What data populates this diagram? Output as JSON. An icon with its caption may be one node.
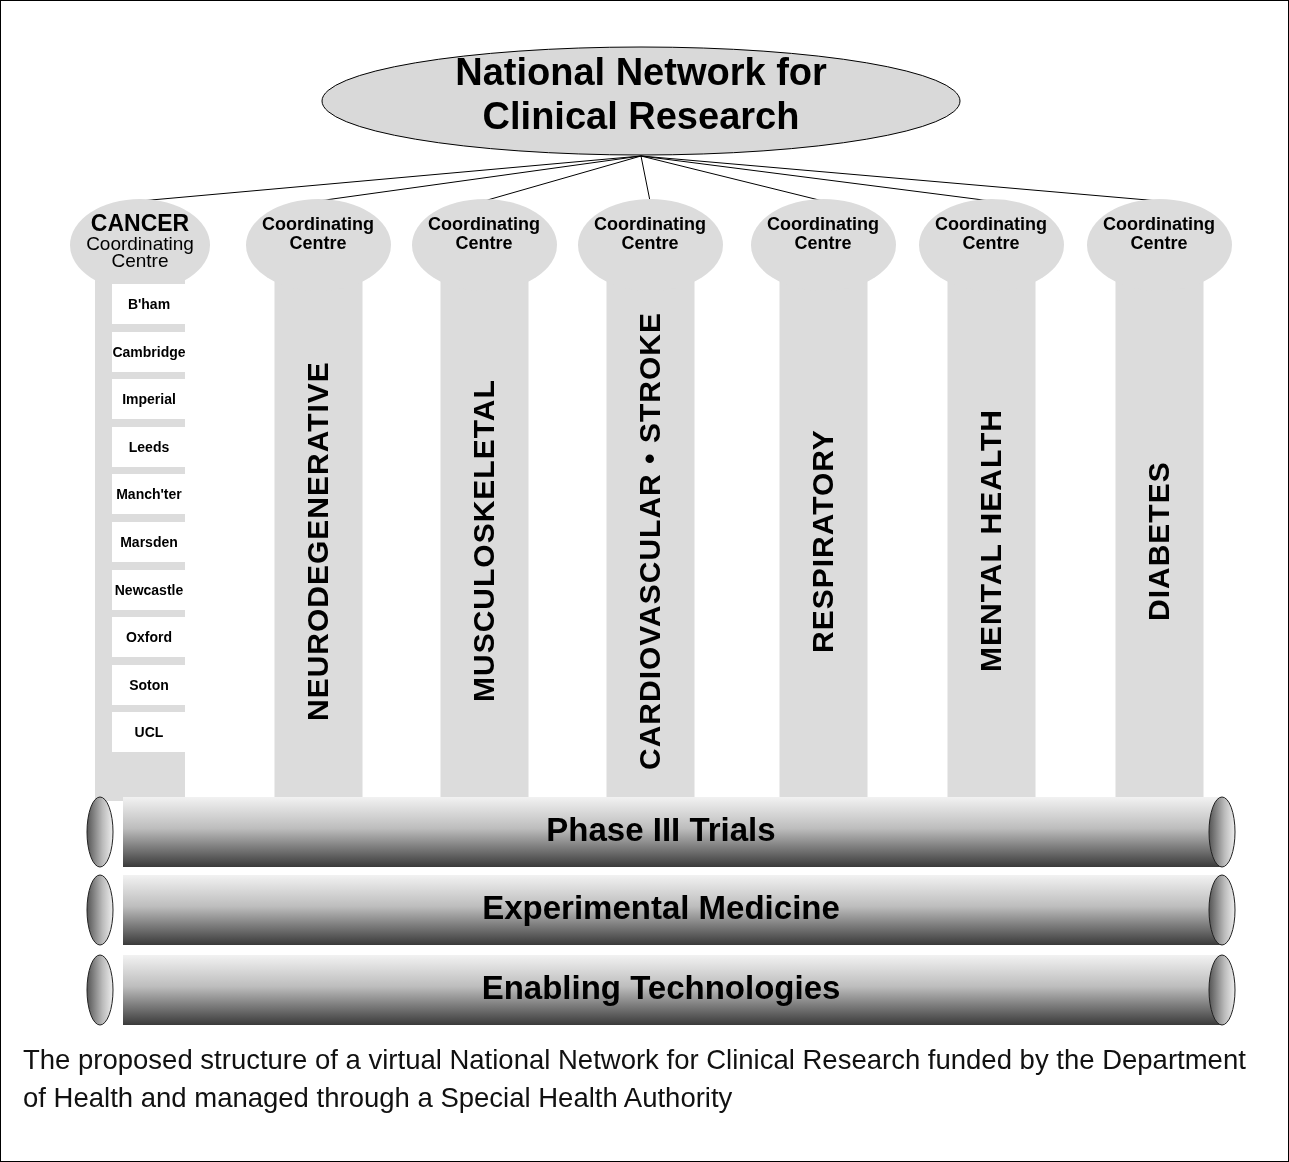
{
  "diagram": {
    "nodes": [
      {
        "text": [
          "National Network for Clinical Research"
        ]
      },
      {
        "text": [
          "CANCER",
          "Coordinating Centre"
        ]
      },
      {
        "text": [
          "B'ham"
        ],
        "in": 1
      },
      {
        "text": [
          "Cambridge"
        ],
        "in": 1
      },
      {
        "text": [
          "Imperial"
        ],
        "in": 1
      },
      {
        "text": [
          "Leeds"
        ],
        "in": 1
      },
      {
        "text": [
          "Manch'ter"
        ],
        "in": 1
      },
      {
        "text": [
          "Marsden"
        ],
        "in": 1
      },
      {
        "text": [
          "Newcastle"
        ],
        "in": 1
      },
      {
        "text": [
          "Oxford"
        ],
        "in": 1
      },
      {
        "text": [
          "Soton"
        ],
        "in": 1
      },
      {
        "text": [
          "UCL"
        ],
        "in": 1
      },
      {
        "text": [
          "Coordinating Centre",
          "NEURODEGENERATIVE"
        ]
      },
      {
        "text": [
          "Coordinating Centre",
          "MUSCULOSKELETAL"
        ]
      },
      {
        "text": [
          "Coordinating Centre",
          "CARDIOVASCULAR • STROKE"
        ]
      },
      {
        "text": [
          "Coordinating Centre",
          "RESPIRATORY"
        ]
      },
      {
        "text": [
          "Coordinating Centre",
          "MENTAL HEALTH"
        ]
      },
      {
        "text": [
          "Coordinating Centre",
          "DIABETES"
        ]
      },
      {
        "text": [
          "Phase III Trials"
        ]
      },
      {
        "text": [
          "Experimental Medicine"
        ]
      },
      {
        "text": [
          "Enabling Technologies"
        ]
      }
    ],
    "edges": [
      {
        "from": 0,
        "to": 1,
        "arrow": "none"
      },
      {
        "from": 0,
        "to": 12,
        "arrow": "none"
      },
      {
        "from": 0,
        "to": 13,
        "arrow": "none"
      },
      {
        "from": 0,
        "to": 14,
        "arrow": "none"
      },
      {
        "from": 0,
        "to": 15,
        "arrow": "none"
      },
      {
        "from": 0,
        "to": 16,
        "arrow": "none"
      },
      {
        "from": 0,
        "to": 17,
        "arrow": "none"
      }
    ],
    "caption": "The proposed structure of a virtual National Network for Clinical Research funded by the Department of Health and managed through a Special Health Authority"
  }
}
